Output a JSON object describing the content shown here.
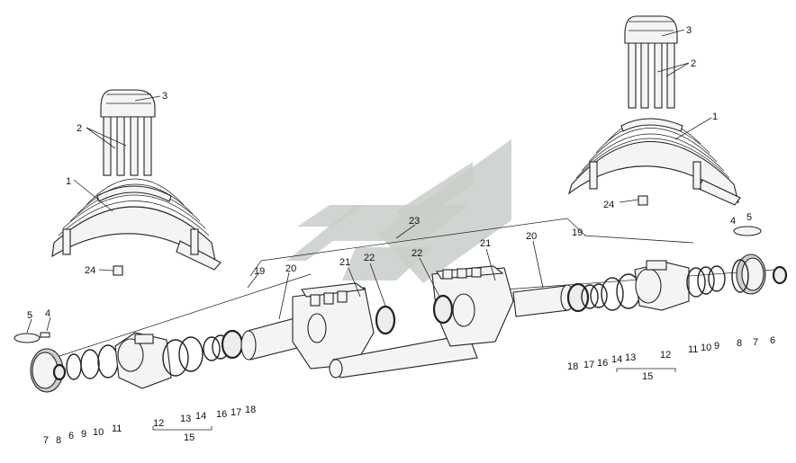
{
  "callouts": [
    {
      "id": "left_1",
      "text": "1"
    },
    {
      "id": "left_2",
      "text": "2"
    },
    {
      "id": "left_3",
      "text": "3"
    },
    {
      "id": "left_24",
      "text": "24"
    },
    {
      "id": "right_1",
      "text": "1"
    },
    {
      "id": "right_2",
      "text": "2"
    },
    {
      "id": "right_3",
      "text": "3"
    },
    {
      "id": "right_24",
      "text": "24"
    },
    {
      "id": "l_5",
      "text": "5"
    },
    {
      "id": "l_4",
      "text": "4"
    },
    {
      "id": "l_7",
      "text": "7"
    },
    {
      "id": "l_8",
      "text": "8"
    },
    {
      "id": "l_6",
      "text": "6"
    },
    {
      "id": "l_9",
      "text": "9"
    },
    {
      "id": "l_10",
      "text": "10"
    },
    {
      "id": "l_11",
      "text": "11"
    },
    {
      "id": "l_12",
      "text": "12"
    },
    {
      "id": "l_13",
      "text": "13"
    },
    {
      "id": "l_14",
      "text": "14"
    },
    {
      "id": "l_16",
      "text": "16"
    },
    {
      "id": "l_17",
      "text": "17"
    },
    {
      "id": "l_18",
      "text": "18"
    },
    {
      "id": "l_15",
      "text": "15"
    },
    {
      "id": "l_19",
      "text": "19"
    },
    {
      "id": "l_20",
      "text": "20"
    },
    {
      "id": "l_21",
      "text": "21"
    },
    {
      "id": "l_22",
      "text": "22"
    },
    {
      "id": "c_23",
      "text": "23"
    },
    {
      "id": "c_22",
      "text": "22"
    },
    {
      "id": "c_21",
      "text": "21"
    },
    {
      "id": "r_20",
      "text": "20"
    },
    {
      "id": "r_19",
      "text": "19"
    },
    {
      "id": "r_4",
      "text": "4"
    },
    {
      "id": "r_5",
      "text": "5"
    },
    {
      "id": "r_18",
      "text": "18"
    },
    {
      "id": "r_17",
      "text": "17"
    },
    {
      "id": "r_16",
      "text": "16"
    },
    {
      "id": "r_14",
      "text": "14"
    },
    {
      "id": "r_13",
      "text": "13"
    },
    {
      "id": "r_12",
      "text": "12"
    },
    {
      "id": "r_11",
      "text": "11"
    },
    {
      "id": "r_10",
      "text": "10"
    },
    {
      "id": "r_9",
      "text": "9"
    },
    {
      "id": "r_8",
      "text": "8"
    },
    {
      "id": "r_7",
      "text": "7"
    },
    {
      "id": "r_6",
      "text": "6"
    },
    {
      "id": "r_15",
      "text": "15"
    }
  ],
  "colors": {
    "line": "#222222",
    "part_fill": "#f4f4f4",
    "watermark": "#c9cec9"
  }
}
